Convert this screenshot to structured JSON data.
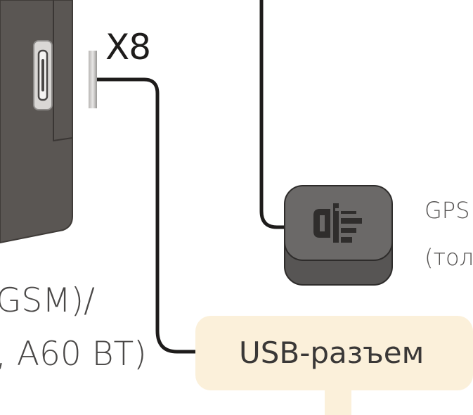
{
  "connector": {
    "label": "X8"
  },
  "gsm_label": {
    "line1": "GSM)/",
    "line2": ", A60 BT)"
  },
  "usb": {
    "label": "USB-разъем"
  },
  "gps_label": {
    "line1": "GPS",
    "line2": "(тол"
  },
  "colors": {
    "device_body": "#5a5653",
    "device_edge": "#3f3b38",
    "cable": "#1e1c1b",
    "usb_box": "#fbf0da",
    "gps_module": "#6b6968",
    "text": "#3a3837"
  },
  "icons": {
    "gps_module_glyph": "gps-antenna-icon"
  }
}
